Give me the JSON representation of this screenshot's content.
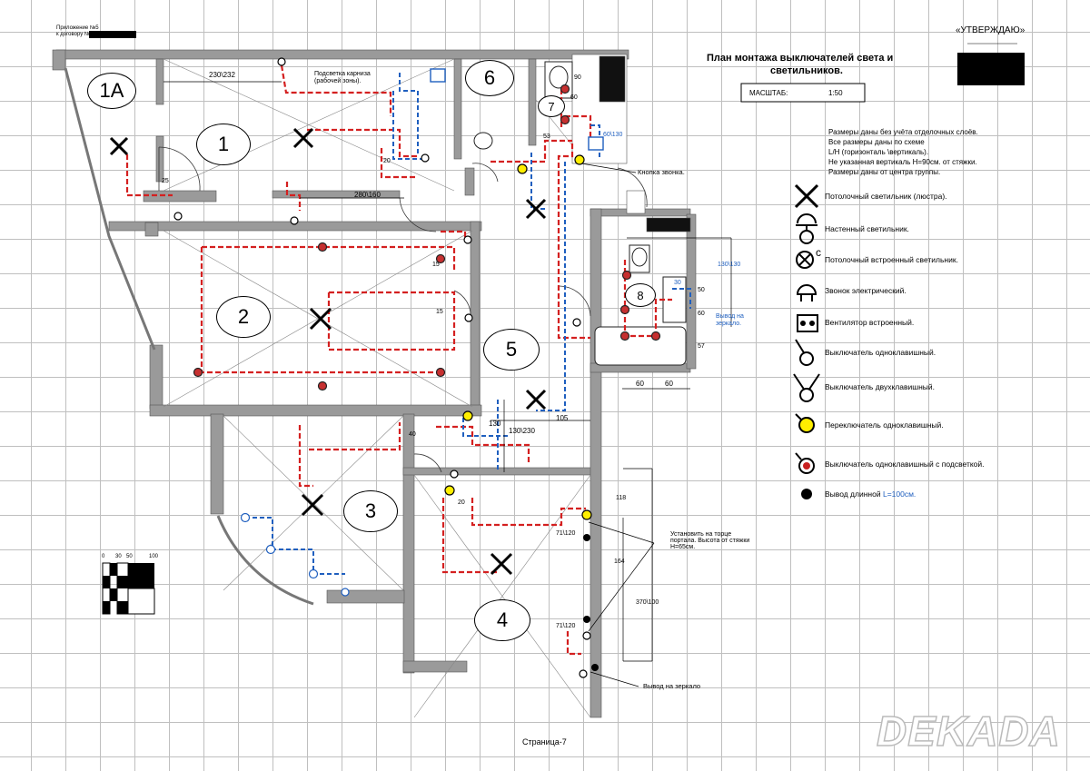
{
  "header": {
    "appendix": "Приложение №5",
    "contract": "к договору №",
    "approve": "«УТВЕРЖДАЮ»",
    "title_line1": "План монтажа выключателей света и",
    "title_line2": "светильников.",
    "scale_label": "МАСШТАБ:",
    "scale_value": "1:50"
  },
  "notes": [
    "Размеры даны без учёта отделочных слоёв.",
    "Все размеры даны по схеме",
    "L/H (горизонталь \\вертикаль).",
    "Не указанная вертикаль H=90см. от стяжки.",
    "Размеры даны от центра группы."
  ],
  "legend": [
    {
      "icon": "ceiling-lamp-icon",
      "label": "Потолочный светильник (люстра)."
    },
    {
      "icon": "wall-lamp-icon",
      "label": "Настенный светильник."
    },
    {
      "icon": "recessed-lamp-icon",
      "label": "Потолочный встроенный светильник."
    },
    {
      "icon": "bell-icon",
      "label": "Звонок электрический."
    },
    {
      "icon": "fan-icon",
      "label": "Вентилятор встроенный."
    },
    {
      "icon": "switch-single-icon",
      "label": "Выключатель одноклавишный."
    },
    {
      "icon": "switch-double-icon",
      "label": "Выключатель двухклавишный."
    },
    {
      "icon": "toggle-switch-icon",
      "label": "Переключатель одноклавишный."
    },
    {
      "icon": "backlit-switch-icon",
      "label": "Выключатель одноклавишный с подсветкой.",
      "label2": "подсветкой."
    },
    {
      "icon": "outlet-dot-icon",
      "label": "Вывод длинной ",
      "label_accent": "L=100см."
    }
  ],
  "rooms": [
    "1А",
    "1",
    "6",
    "7",
    "2",
    "8",
    "5",
    "3",
    "4"
  ],
  "annotations": {
    "cornice": "Подсветка карниза",
    "cornice2": "(рабочей зоны).",
    "doorbell": "Кнопка звонка.",
    "mirror_out": "Вывод на",
    "mirror_out2": "зеркало.",
    "portal": "Установить на торце",
    "portal2": "портала. Высота от стяжки",
    "portal3": "H=65см.",
    "mirror_bottom": "Вывод на зеркало"
  },
  "dimensions": [
    "230\\232",
    "280\\160",
    "25",
    "20",
    "60",
    "53",
    "90",
    "60\\130",
    "15",
    "15",
    "130\\130",
    "30",
    "50",
    "60",
    "57",
    "60",
    "60",
    "130",
    "105",
    "130\\230",
    "40",
    "20",
    "118",
    "71\\120",
    "164",
    "370\\100",
    "71\\120"
  ],
  "scale_bar": [
    "0",
    "30",
    "50",
    "100"
  ],
  "footer": {
    "page": "Страница-7",
    "brand": "DEKADA"
  },
  "colors": {
    "wire_red": "#d42020",
    "wire_blue": "#1f5fbf",
    "wall": "#9a9a9a",
    "yellow": "#ffee00",
    "grid": "#b9b9b9"
  }
}
